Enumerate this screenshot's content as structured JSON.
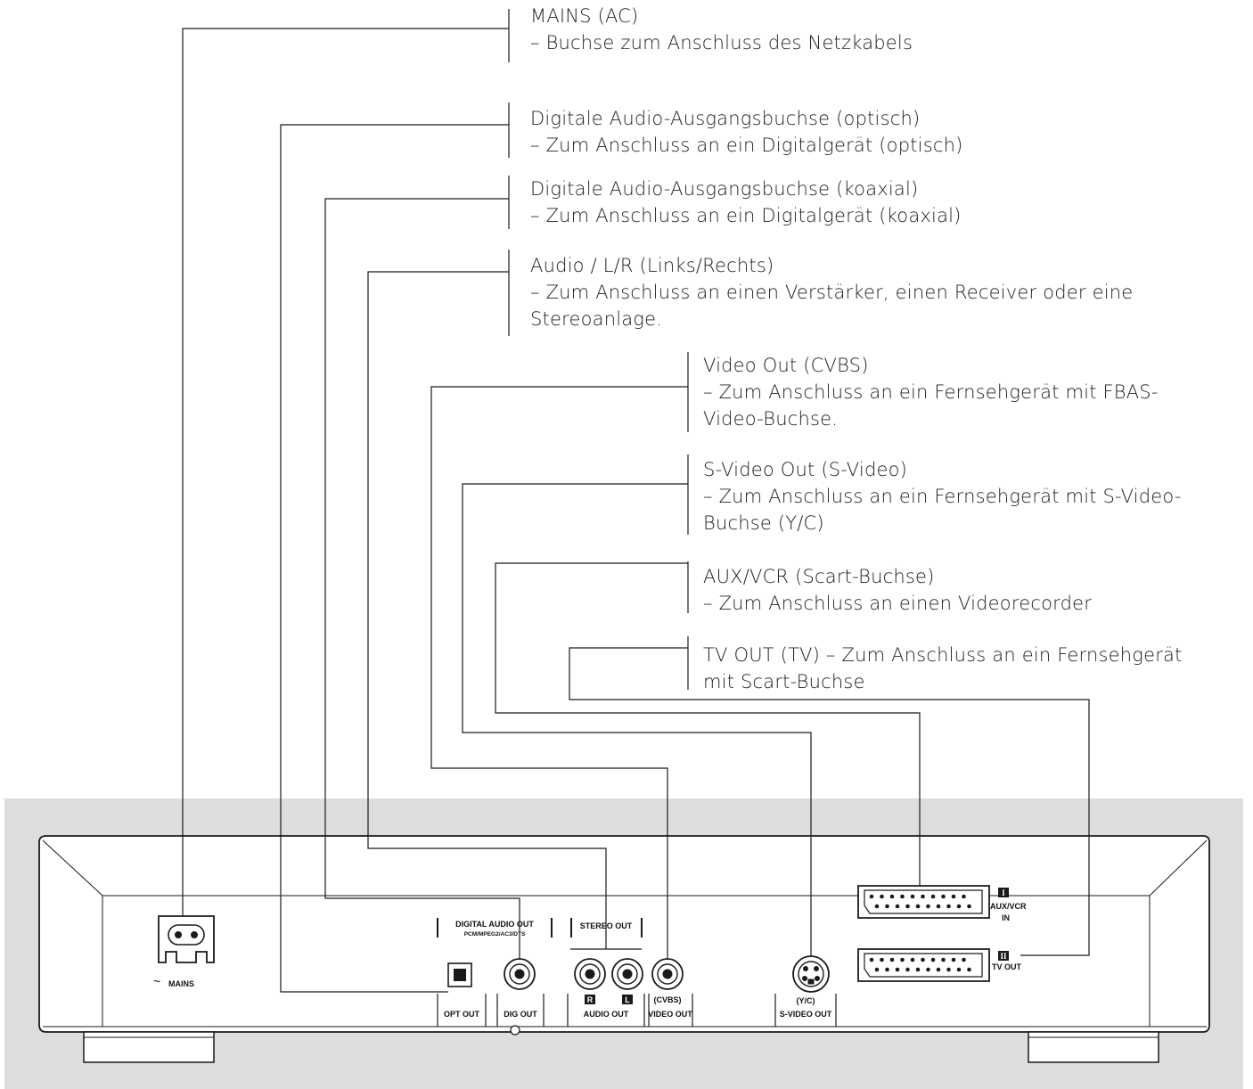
{
  "callouts": [
    {
      "title": "MAINS (AC)",
      "desc": "– Buchse zum Anschluss des Netzkabels"
    },
    {
      "title": "Digitale Audio-Ausgangsbuchse (optisch)",
      "desc": "– Zum Anschluss an ein Digitalgerät (optisch)"
    },
    {
      "title": "Digitale Audio-Ausgangsbuchse (koaxial)",
      "desc": "– Zum Anschluss an ein Digitalgerät (koaxial)"
    },
    {
      "title": "Audio / L/R (Links/Rechts)",
      "desc": "– Zum Anschluss an einen Verstärker, einen Receiver oder eine\nStereoanlage."
    },
    {
      "title": "Video Out (CVBS)",
      "desc": "– Zum Anschluss an ein Fernsehgerät mit FBAS-\nVideo-Buchse."
    },
    {
      "title": "S-Video Out (S-Video)",
      "desc": "– Zum Anschluss an ein Fernsehgerät mit S-Video-\nBuchse (Y/C)"
    },
    {
      "title": "AUX/VCR (Scart-Buchse)",
      "desc": " – Zum Anschluss an einen Videorecorder"
    },
    {
      "title": "TV OUT (TV) – Zum Anschluss an ein Fernsehgerät",
      "desc": "mit Scart-Buchse"
    }
  ],
  "panel": {
    "mains": "MAINS",
    "mains_symbol": "~",
    "digital_audio_out": "DIGITAL AUDIO OUT",
    "digital_audio_formats": "PCM/MPEG2/AC3/DTS",
    "stereo_out": "STEREO OUT",
    "opt_out": "OPT OUT",
    "dig_out": "DIG OUT",
    "audio_out": "AUDIO OUT",
    "r_badge": "R",
    "l_badge": "L",
    "cvbs": "(CVBS)",
    "video_out": "VIDEO OUT",
    "yc": "(Y/C)",
    "svideo_out": "S-VIDEO OUT",
    "scart1_badge": "I",
    "aux_vcr": "AUX/VCR",
    "aux_in": "IN",
    "scart2_badge": "II",
    "tv_out": "TV OUT"
  },
  "colors": {
    "line": "#1a1a1a",
    "panel_bg": "#dddddd",
    "device": "#ffffff"
  }
}
